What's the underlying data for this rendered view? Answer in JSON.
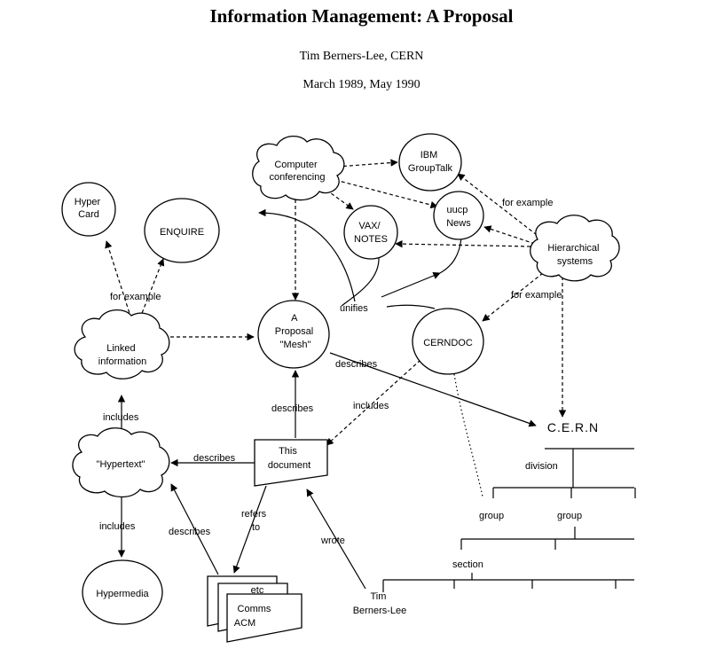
{
  "header": {
    "title": "Information Management: A Proposal",
    "author": "Tim Berners-Lee, CERN",
    "date": "March 1989, May 1990"
  },
  "nodes": {
    "computer_conferencing": [
      "Computer",
      "conferencing"
    ],
    "ibm_grouptalk": [
      "IBM",
      "GroupTalk"
    ],
    "hypercard": [
      "Hyper",
      "Card"
    ],
    "enquire": [
      "ENQUIRE"
    ],
    "vax_notes": [
      "VAX/",
      "NOTES"
    ],
    "uucp_news": [
      "uucp",
      "News"
    ],
    "hierarchical_systems": [
      "Hierarchical",
      "systems"
    ],
    "linked_information": [
      "Linked",
      "information"
    ],
    "proposal_mesh": [
      "A",
      "Proposal",
      "\"Mesh\""
    ],
    "cerndoc": [
      "CERNDOC"
    ],
    "cern": "C.E.R.N",
    "hypertext": [
      "\"Hypertext\""
    ],
    "this_document": [
      "This",
      "document"
    ],
    "hypermedia": [
      "Hypermedia"
    ],
    "etc": "etc",
    "comms_acm": [
      "Comms",
      "ACM"
    ],
    "tim_berners_lee": [
      "Tim",
      "Berners-Lee"
    ]
  },
  "labels": {
    "for_example_1": "for example",
    "for_example_2": "for example",
    "for_example_3": "for example",
    "unifies": "unifies",
    "describes_1": "describes",
    "describes_2": "describes",
    "describes_3": "describes",
    "describes_4": "describes",
    "includes_1": "includes",
    "includes_2": "includes",
    "includes_3": "includes",
    "refers_to": [
      "refers",
      "to"
    ],
    "wrote": "wrote",
    "division": "division",
    "group_1": "group",
    "group_2": "group",
    "section": "section"
  }
}
